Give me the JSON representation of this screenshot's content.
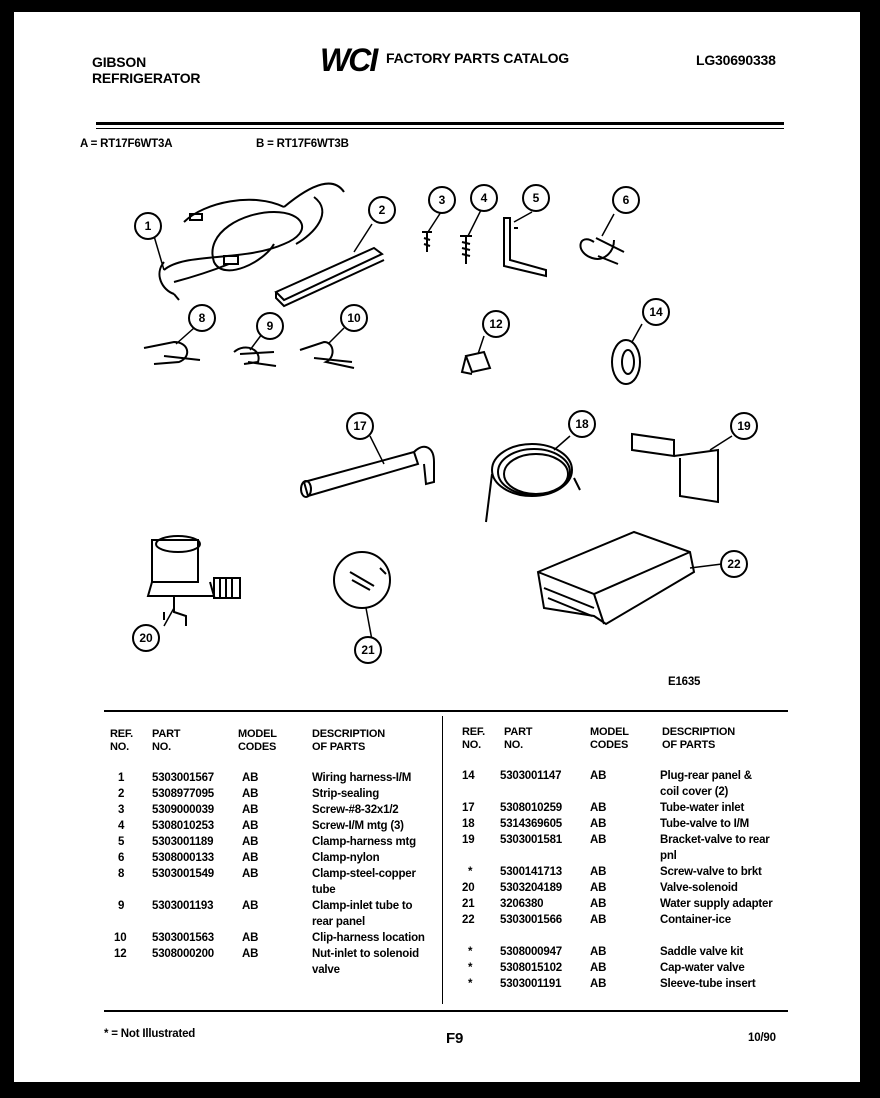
{
  "header": {
    "brand_line1": "GIBSON",
    "brand_line2": "REFRIGERATOR",
    "logo_text": "WCI",
    "catalog_title": "FACTORY PARTS CATALOG",
    "catalog_code": "LG30690338"
  },
  "models": {
    "a": "A = RT17F6WT3A",
    "b": "B = RT17F6WT3B"
  },
  "diagram": {
    "figure_code": "E1635",
    "callouts": [
      "1",
      "2",
      "3",
      "4",
      "5",
      "6",
      "8",
      "9",
      "10",
      "12",
      "14",
      "17",
      "18",
      "19",
      "20",
      "21",
      "22"
    ]
  },
  "table": {
    "headers": {
      "ref": [
        "REF.",
        "NO."
      ],
      "part": [
        "PART",
        "NO."
      ],
      "model": [
        "MODEL",
        "CODES"
      ],
      "desc": [
        "DESCRIPTION",
        "OF PARTS"
      ]
    },
    "left_rows": [
      {
        "ref": "1",
        "part": "5303001567",
        "code": "AB",
        "desc": [
          "Wiring harness-I/M"
        ]
      },
      {
        "ref": "2",
        "part": "5308977095",
        "code": "AB",
        "desc": [
          "Strip-sealing"
        ]
      },
      {
        "ref": "3",
        "part": "5309000039",
        "code": "AB",
        "desc": [
          "Screw-#8-32x1/2"
        ]
      },
      {
        "ref": "4",
        "part": "5308010253",
        "code": "AB",
        "desc": [
          "Screw-I/M mtg (3)"
        ]
      },
      {
        "ref": "5",
        "part": "5303001189",
        "code": "AB",
        "desc": [
          "Clamp-harness mtg"
        ]
      },
      {
        "ref": "6",
        "part": "5308000133",
        "code": "AB",
        "desc": [
          "Clamp-nylon"
        ]
      },
      {
        "ref": "8",
        "part": "5303001549",
        "code": "AB",
        "desc": [
          "Clamp-steel-copper",
          "tube"
        ]
      },
      {
        "ref": "9",
        "part": "5303001193",
        "code": "AB",
        "desc": [
          "Clamp-inlet tube to",
          "rear panel"
        ]
      },
      {
        "ref": "10",
        "part": "5303001563",
        "code": "AB",
        "desc": [
          "Clip-harness location"
        ]
      },
      {
        "ref": "12",
        "part": "5308000200",
        "code": "AB",
        "desc": [
          "Nut-inlet to solenoid",
          "valve"
        ]
      }
    ],
    "right_rows": [
      {
        "ref": "14",
        "part": "5303001147",
        "code": "AB",
        "desc": [
          "Plug-rear panel &",
          "coil cover (2)"
        ]
      },
      {
        "ref": "17",
        "part": "5308010259",
        "code": "AB",
        "desc": [
          "Tube-water inlet"
        ]
      },
      {
        "ref": "18",
        "part": "5314369605",
        "code": "AB",
        "desc": [
          "Tube-valve to I/M"
        ]
      },
      {
        "ref": "19",
        "part": "5303001581",
        "code": "AB",
        "desc": [
          "Bracket-valve to rear",
          "pnl"
        ]
      },
      {
        "ref": "*",
        "part": "5300141713",
        "code": "AB",
        "desc": [
          "Screw-valve to brkt"
        ]
      },
      {
        "ref": "20",
        "part": "5303204189",
        "code": "AB",
        "desc": [
          "Valve-solenoid"
        ]
      },
      {
        "ref": "21",
        "part": "3206380",
        "code": "AB",
        "desc": [
          "Water supply adapter"
        ]
      },
      {
        "ref": "22",
        "part": "5303001566",
        "code": "AB",
        "desc": [
          "Container-ice"
        ]
      },
      {
        "ref": "*",
        "part": "5308000947",
        "code": "AB",
        "desc": [
          "Saddle valve kit"
        ]
      },
      {
        "ref": "*",
        "part": "5308015102",
        "code": "AB",
        "desc": [
          "Cap-water valve"
        ]
      },
      {
        "ref": "*",
        "part": "5303001191",
        "code": "AB",
        "desc": [
          "Sleeve-tube insert"
        ]
      }
    ]
  },
  "footer": {
    "note": "* = Not Illustrated",
    "page": "F9",
    "date": "10/90"
  }
}
